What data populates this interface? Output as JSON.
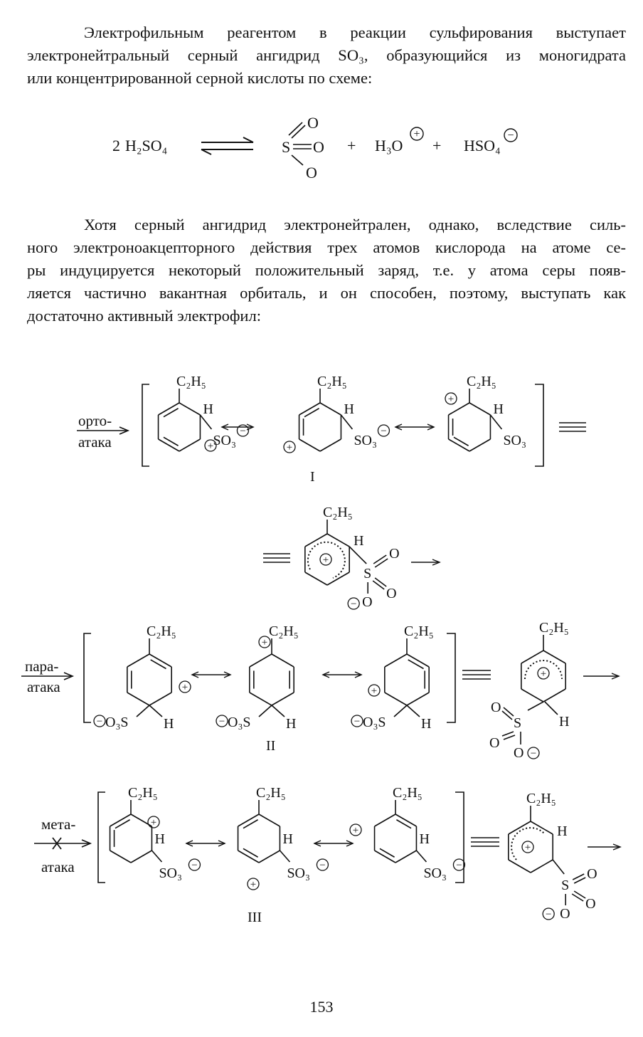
{
  "paragraph1": {
    "lines": [
      "Электрофильным реагентом в реакции сульфирования выступает",
      "электронейтральный серный ангидрид SO₃, образующийся из моногидрата",
      "или концентрированной серной кислоты по схеме:"
    ]
  },
  "equation": {
    "coefficient": "2",
    "reactant": "H₂SO₄",
    "sulfur": "S",
    "oxygen": "O",
    "plus": "+",
    "hydronium": "H₃O",
    "bisulfate": "HSO₄",
    "plus_charge": "+",
    "minus_charge": "−"
  },
  "paragraph2": {
    "lines": [
      "Хотя серный ангидрид электронейтрален, однако, вследствие силь-",
      "ного электроноакцепторного действия трех атомов кислорода на атоме се-",
      "ры индуцируется некоторый положительный заряд, т.е. у атома серы появ-",
      "ляется частично вакантная орбиталь, и он способен, поэтому, выступать как",
      "достаточно активный электрофил:"
    ]
  },
  "scheme": {
    "ortho_label_top": "орто-",
    "ortho_label_bottom": "атака",
    "para_label_top": "пара-",
    "para_label_bottom": "атака",
    "meta_label_top": "мета-",
    "meta_label_bottom": "атака",
    "ethyl": "C₂H₅",
    "hydrogen": "H",
    "so3": "SO₃",
    "sulfur": "S",
    "oxygen": "O",
    "plus_charge": "+",
    "minus_charge": "−",
    "roman_1": "I",
    "roman_2": "II",
    "roman_3": "III"
  },
  "page_number": "153"
}
